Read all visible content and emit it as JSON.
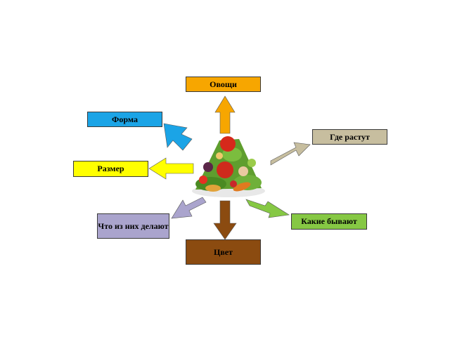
{
  "diagram": {
    "center": {
      "icon": "vegetable-pile-icon"
    },
    "nodes": [
      {
        "key": "ovoshchi",
        "label": "Овощи",
        "color": "#F7A600",
        "arrow_color": "#F7A600"
      },
      {
        "key": "forma",
        "label": "Форма",
        "color": "#1BA4E6",
        "arrow_color": "#1BA4E6"
      },
      {
        "key": "razmer",
        "label": "Размер",
        "color": "#FFFF00",
        "arrow_color": "#FFFF00"
      },
      {
        "key": "gde",
        "label": "Где растут",
        "color": "#C7BE9F",
        "arrow_color": "#C7BE9F"
      },
      {
        "key": "kakie",
        "label": "Какие бывают",
        "color": "#86C844",
        "arrow_color": "#86C844"
      },
      {
        "key": "chto",
        "label": "Что из них делают",
        "color": "#AAA4CD",
        "arrow_color": "#AAA4CD"
      },
      {
        "key": "tsvet",
        "label": "Цвет",
        "color": "#8B4B10",
        "arrow_color": "#8B4B10"
      }
    ]
  }
}
